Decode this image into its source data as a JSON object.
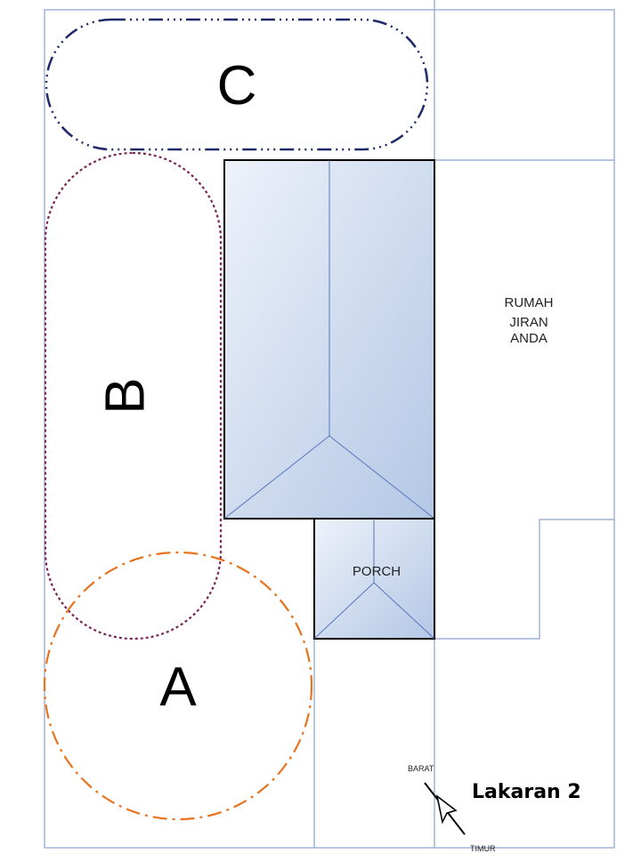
{
  "zones": {
    "a": {
      "label": "A",
      "color": "#e8731f"
    },
    "b": {
      "label": "B",
      "color": "#7b2456"
    },
    "c": {
      "label": "C",
      "color": "#1f2a6b"
    }
  },
  "house": {
    "fill_light": "#e9eef8",
    "fill_dark": "#b6c9e6",
    "outline": "#000000"
  },
  "porch_label": "PORCH",
  "neighbour_label": {
    "line1": "RUMAH",
    "line2": "JIRAN",
    "line3": "ANDA"
  },
  "compass": {
    "west_label": "BARAT",
    "east_label": "TIMUR"
  },
  "caption": "Lakaran 2",
  "colors": {
    "grid_line": "#8aa2cf",
    "roof_line": "#5577bb"
  }
}
